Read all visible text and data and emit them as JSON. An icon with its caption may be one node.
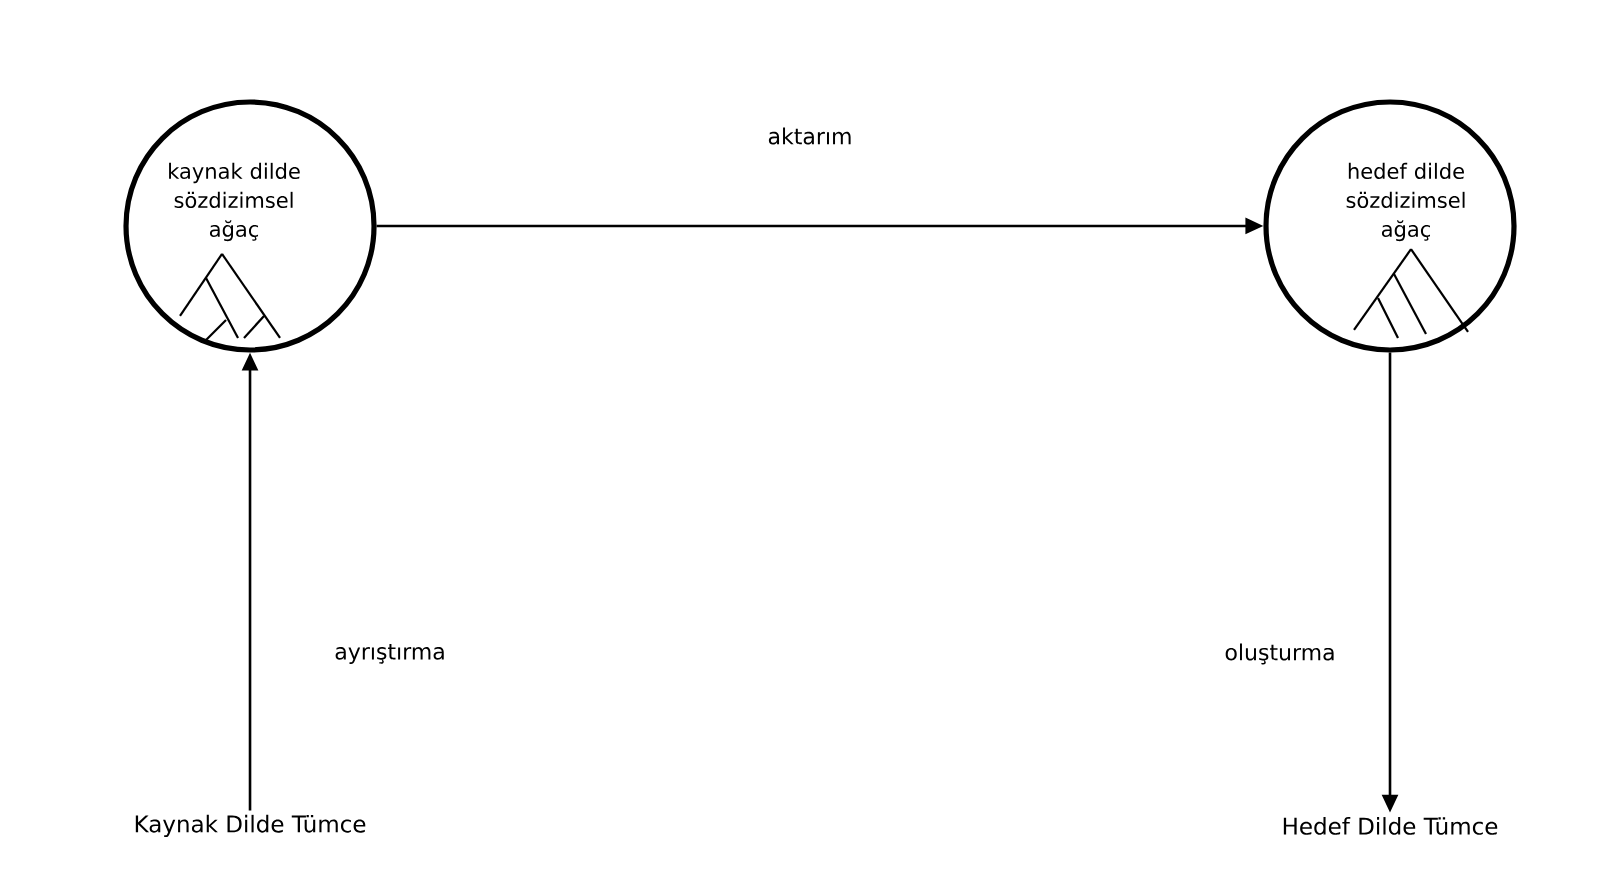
{
  "diagram": {
    "nodes": [
      {
        "text": [
          "kaynak dilde sözdizimsel ağaç"
        ]
      },
      {
        "text": [
          "hedef dilde sözdizimsel ağaç"
        ]
      },
      {
        "text": [
          "Kaynak Dilde Tümce"
        ]
      },
      {
        "text": [
          "Hedef Dilde Tümce"
        ]
      }
    ],
    "edges": [
      {
        "from": 2,
        "to": 0,
        "arrow": "to",
        "label": "ayrıştırma"
      },
      {
        "from": 0,
        "to": 1,
        "arrow": "to",
        "label": "aktarım"
      },
      {
        "from": 1,
        "to": 3,
        "arrow": "to",
        "label": "oluşturma"
      }
    ]
  }
}
